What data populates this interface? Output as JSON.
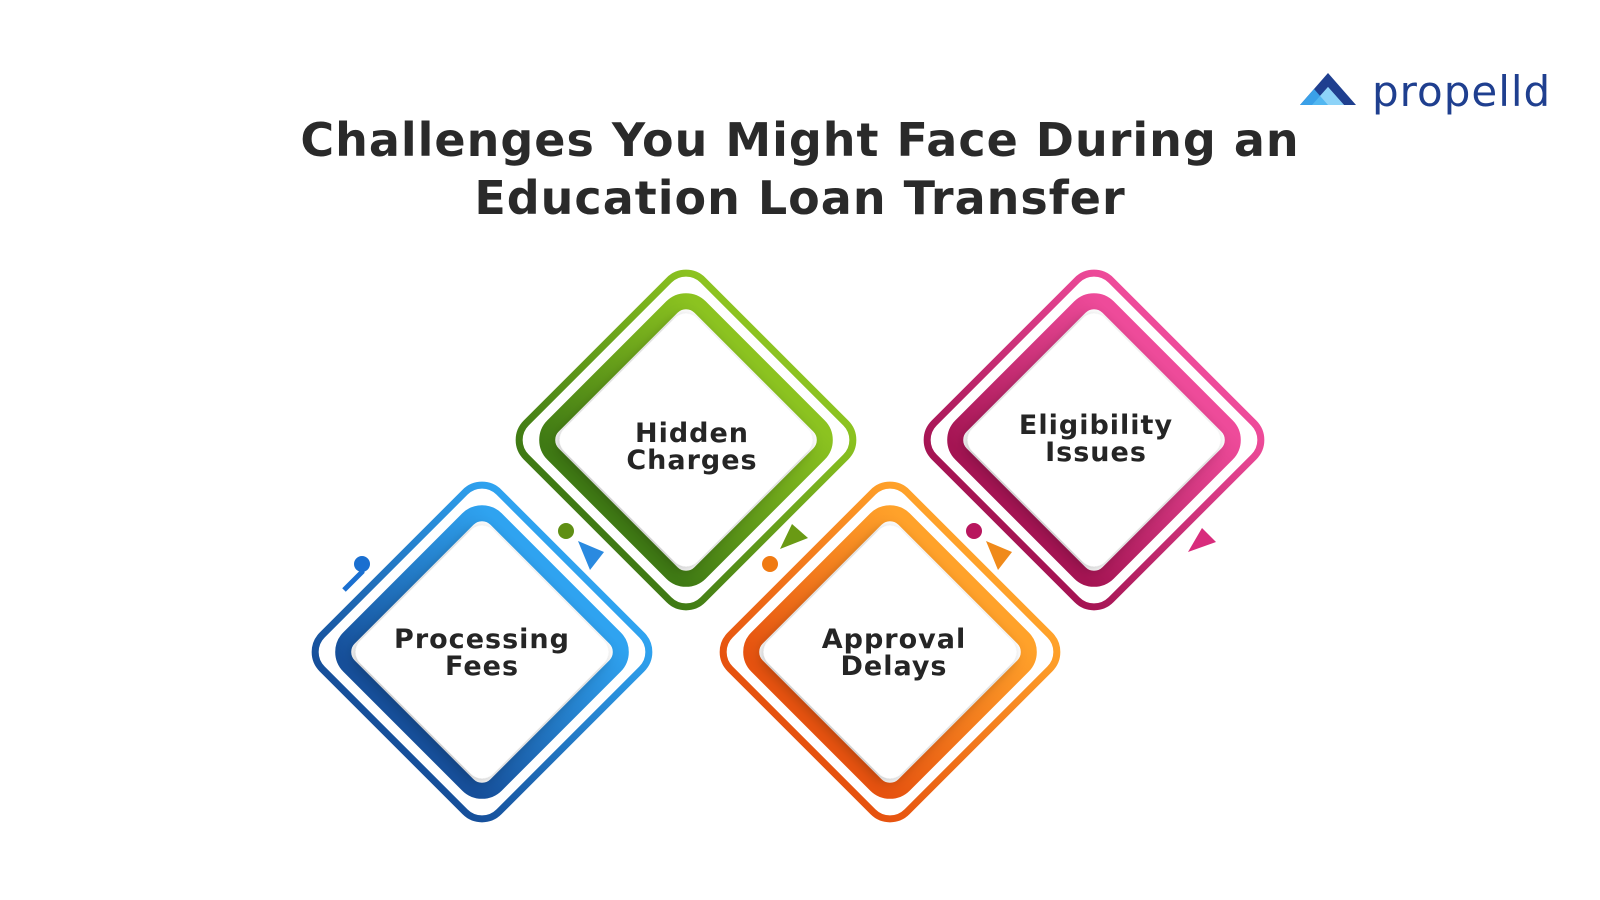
{
  "brand": {
    "name": "propelld",
    "icon": "propelld-logo-icon",
    "color": "#1f3f8f"
  },
  "title": {
    "line1": "Challenges You Might Face During an",
    "line2": "Education Loan Transfer"
  },
  "steps": [
    {
      "line1": "Processing",
      "line2": "Fees",
      "color": "#1a6fd0"
    },
    {
      "line1": "Hidden",
      "line2": "Charges",
      "color": "#6a9a14"
    },
    {
      "line1": "Approval",
      "line2": "Delays",
      "color": "#f07a12"
    },
    {
      "line1": "Eligibility",
      "line2": "Issues",
      "color": "#d82c7c"
    }
  ]
}
